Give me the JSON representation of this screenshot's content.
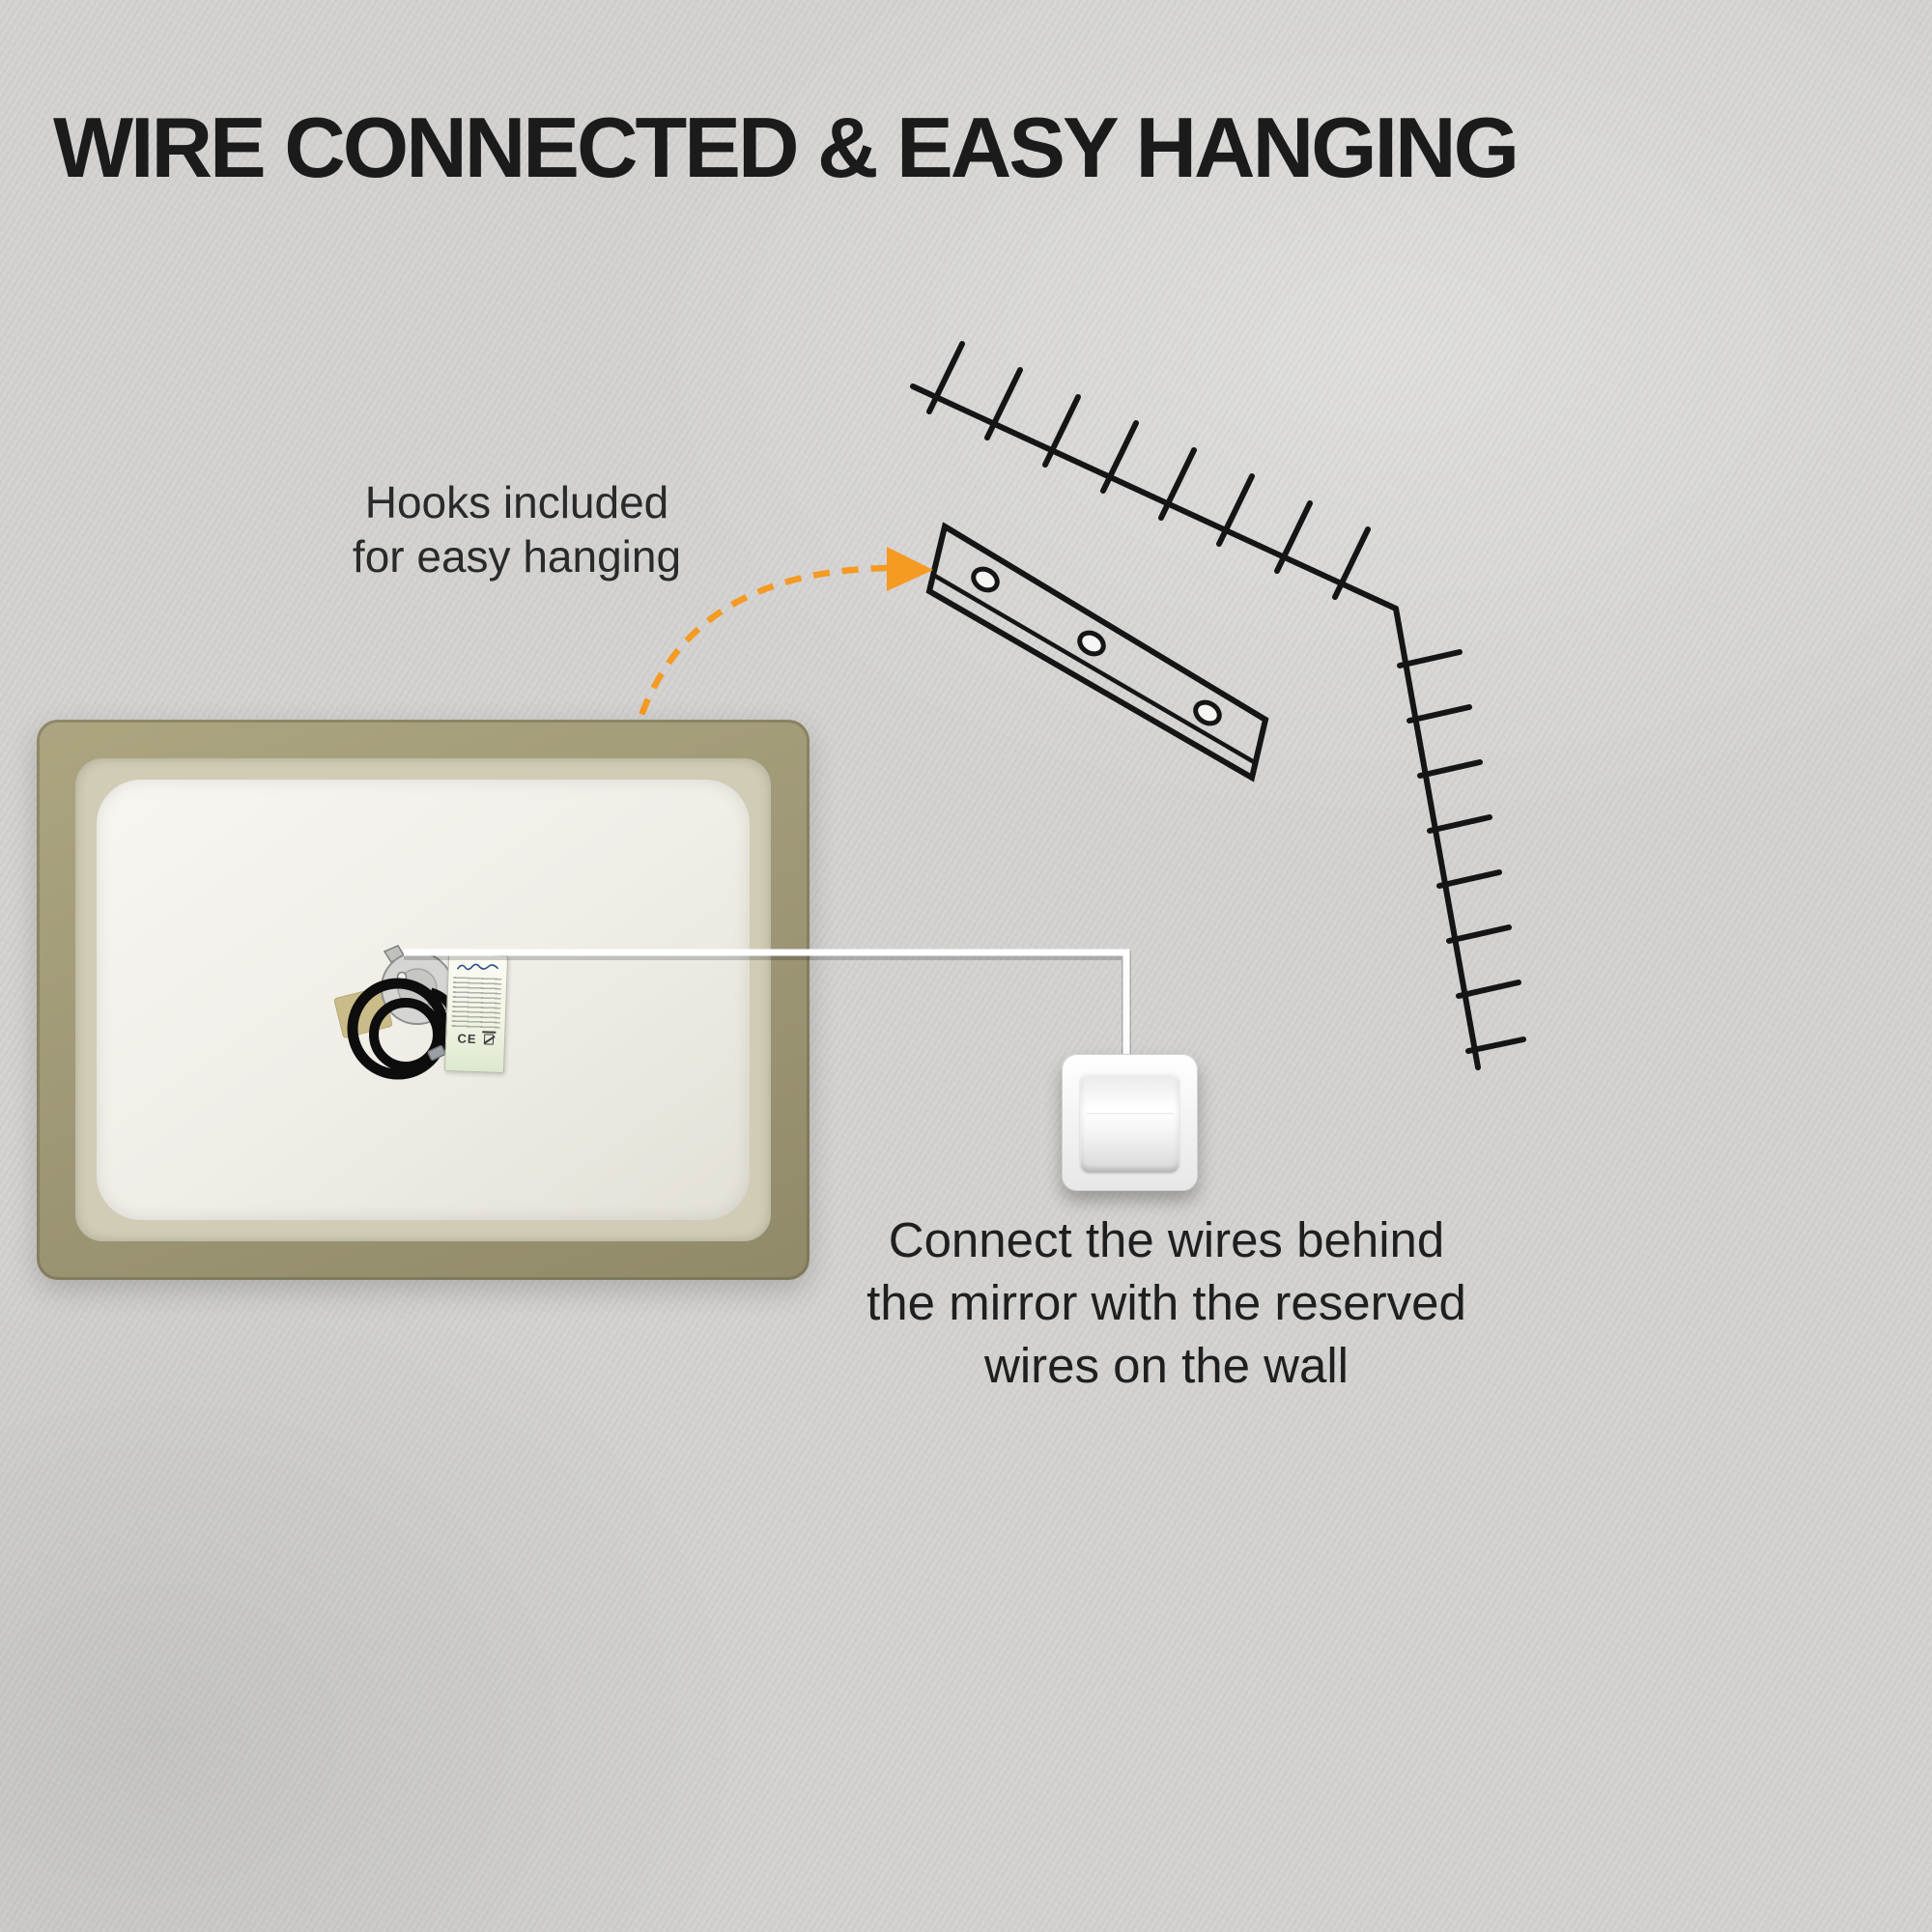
{
  "title": "WIRE CONNECTED & EASY HANGING",
  "notes": {
    "hooks": {
      "line1": "Hooks included",
      "line2": "for easy hanging"
    },
    "connect": {
      "line1": "Connect the wires behind",
      "line2": "the mirror with the reserved",
      "line3": "wires on the wall"
    }
  },
  "mirror": {
    "label_ce_mark": "CE"
  },
  "colors": {
    "wall": "#D3D2D0",
    "heading_text": "#1B1B1B",
    "body_text": "#222222",
    "accent_orange": "#F59A23",
    "line_art_black": "#151515",
    "mirror_frame": "#A29B7B",
    "mirror_frame_inner": "#D0CCB5",
    "mirror_back_panel": "#F4F2EC",
    "cable_white": "#FFFFFF"
  },
  "icons": {
    "arrow": "dashed-curved-arrow-icon",
    "bracket": "wall-mount-bracket-illustration",
    "switch": "light-switch-icon",
    "coil": "power-cord-coil-icon",
    "ce": "ce-mark",
    "weee": "crossed-out-bin-icon"
  }
}
